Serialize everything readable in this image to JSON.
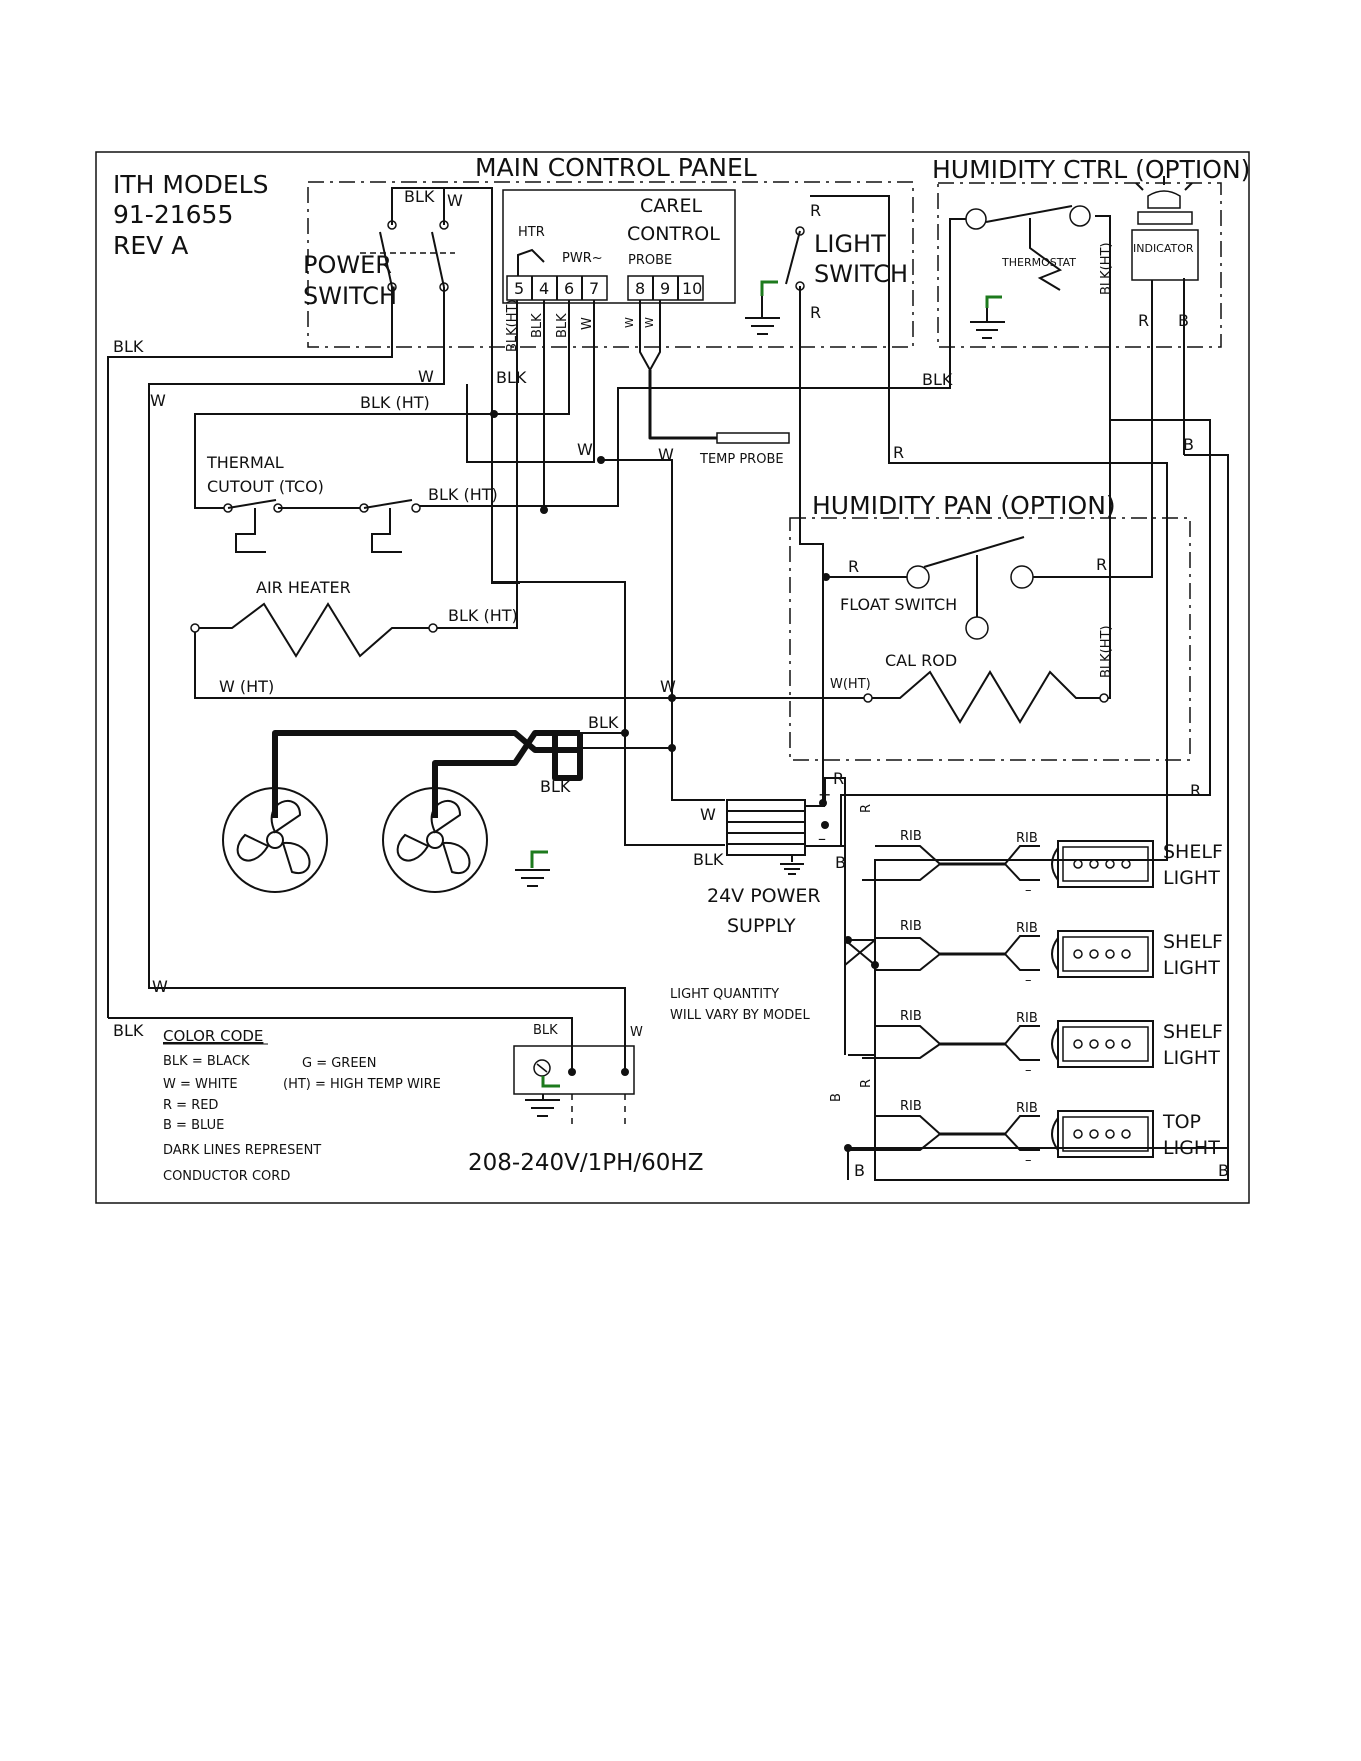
{
  "title": {
    "line1": "ITH MODELS",
    "line2": "91-21655",
    "line3": "REV A"
  },
  "sections": {
    "main_panel": "MAIN CONTROL PANEL",
    "humidity_ctrl": "HUMIDITY CTRL (OPTION)",
    "humidity_pan": "HUMIDITY PAN (OPTION)"
  },
  "components": {
    "power_switch_1": "POWER",
    "power_switch_2": "SWITCH",
    "carel_1": "CAREL",
    "carel_2": "CONTROL",
    "htr": "HTR",
    "pwr": "PWR~",
    "probe": "PROBE",
    "terminals": [
      "5",
      "4",
      "6",
      "7",
      "8",
      "9",
      "10"
    ],
    "light_switch_1": "LIGHT",
    "light_switch_2": "SWITCH",
    "thermostat": "THERMOSTAT",
    "indicator": "INDICATOR",
    "temp_probe": "TEMP PROBE",
    "thermal_cutout_1": "THERMAL",
    "thermal_cutout_2": "CUTOUT (TCO)",
    "air_heater": "AIR HEATER",
    "float_switch": "FLOAT SWITCH",
    "cal_rod": "CAL ROD",
    "power_supply_1": "24V POWER",
    "power_supply_2": "SUPPLY",
    "light_quantity_1": "LIGHT QUANTITY",
    "light_quantity_2": "WILL VARY  BY MODEL",
    "supply": "208-240V/1PH/60HZ",
    "lights": [
      {
        "l1": "SHELF",
        "l2": "LIGHT"
      },
      {
        "l1": "SHELF",
        "l2": "LIGHT"
      },
      {
        "l1": "SHELF",
        "l2": "LIGHT"
      },
      {
        "l1": "TOP",
        "l2": "LIGHT"
      }
    ]
  },
  "wires": {
    "blk": "BLK",
    "w": "W",
    "r": "R",
    "b": "B",
    "blk_ht": "BLK (HT)",
    "blk_ht_v": "BLK(HT)",
    "w_ht": "W (HT)",
    "w_ht2": "W(HT)",
    "rib": "RIB",
    "plus": "+",
    "minus": "–"
  },
  "color_code": {
    "title": "COLOR CODE",
    "blk": "BLK = BLACK",
    "g": "G = GREEN",
    "w": "W = WHITE",
    "ht": "(HT) = HIGH TEMP WIRE",
    "r": "R = RED",
    "b": "B = BLUE",
    "note1": "DARK LINES REPRESENT",
    "note2": "CONDUCTOR CORD"
  },
  "colors": {
    "wire": "#111111",
    "ground": "#1d7a1d",
    "background": "#ffffff"
  }
}
